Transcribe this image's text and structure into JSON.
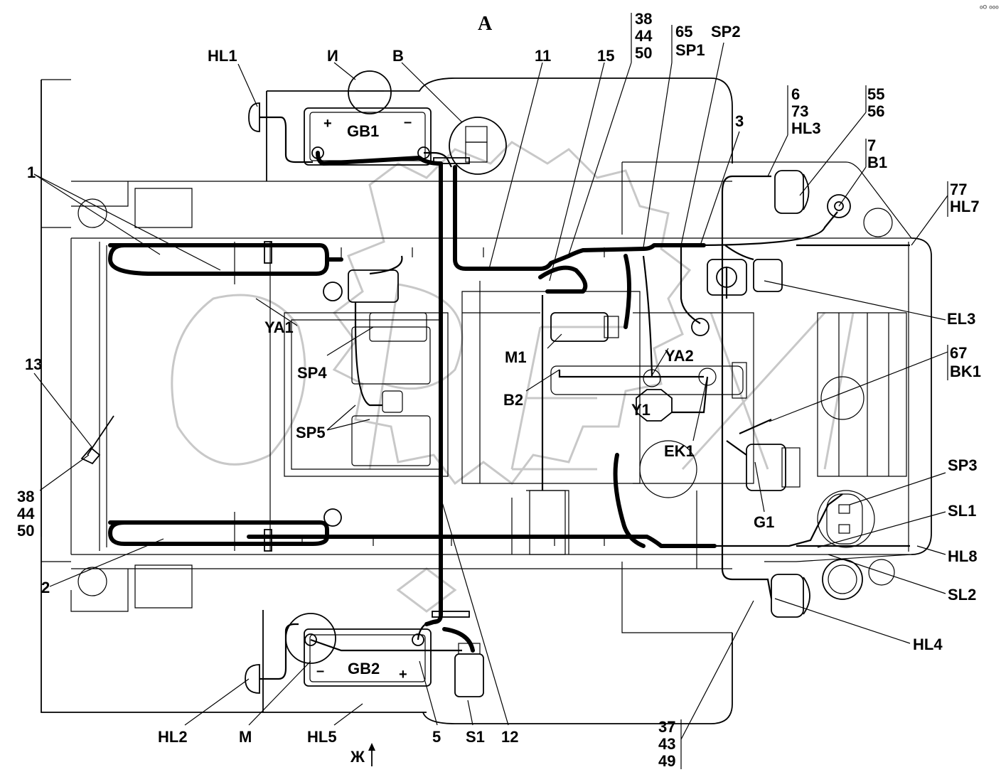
{
  "view_label": "А",
  "corner_mark": "ᵒᴼ ᵒᵒᵒ",
  "direction_label": "Ж",
  "callouts": {
    "hl1": "HL1",
    "i": "И",
    "v": "В",
    "n11": "11",
    "n15": "15",
    "g38a": [
      "38",
      "44",
      "50"
    ],
    "g65": [
      "65",
      "SP1"
    ],
    "sp2": "SP2",
    "n3": "3",
    "g6": [
      "6",
      "73",
      "HL3"
    ],
    "g55": [
      "55",
      "56"
    ],
    "g7": [
      "7",
      "B1"
    ],
    "g77": [
      "77",
      "HL7"
    ],
    "n1": "1",
    "el3": "EL3",
    "ya1": "YA1",
    "ya2": "YA2",
    "m1": "M1",
    "sp4": "SP4",
    "g67": [
      "67",
      "BK1"
    ],
    "n13": "13",
    "b2": "B2",
    "y1": "Y1",
    "sp5": "SP5",
    "ek1": "EK1",
    "sp3": "SP3",
    "g38b": [
      "38",
      "44",
      "50"
    ],
    "g1": "G1",
    "sl1": "SL1",
    "hl8": "HL8",
    "n2": "2",
    "sl2": "SL2",
    "hl4": "HL4",
    "hl2": "HL2",
    "m": "М",
    "hl5": "HL5",
    "n5": "5",
    "s1": "S1",
    "n12": "12",
    "g37": [
      "37",
      "43",
      "49"
    ]
  },
  "component_labels": {
    "gb1": "GB1",
    "gb2": "GB2",
    "plus": "+",
    "minus": "–"
  }
}
